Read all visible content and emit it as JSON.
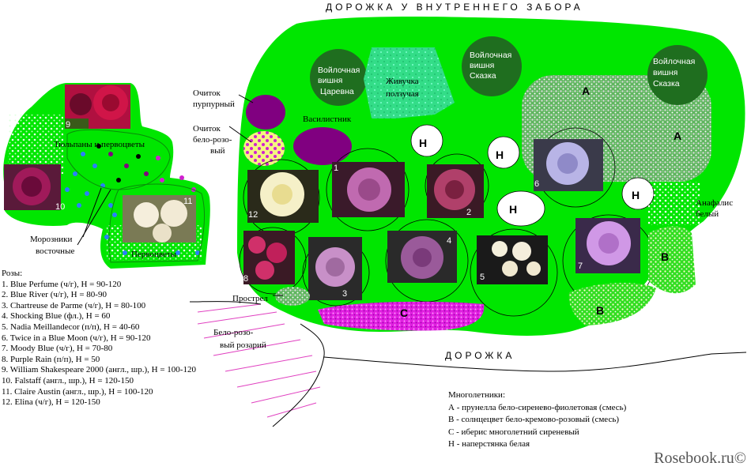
{
  "paths": {
    "top": "ДОРОЖКА   У   ВНУТРЕННЕГО   ЗАБОРА",
    "bottom": "ДОРОЖКА"
  },
  "plants": {
    "cherry_tsarevna": [
      "Войлочная",
      "вишня",
      "Царевна"
    ],
    "cherry_skazka_1": [
      "Войлочная",
      "вишня",
      "Сказка"
    ],
    "cherry_skazka_2": [
      "Войлочная",
      "вишня",
      "Сказка"
    ],
    "ajuga": [
      "Живучка",
      "ползучая"
    ],
    "thalictrum": "Василистник",
    "eupatorium_purple": [
      "Очиток",
      "пурпурный"
    ],
    "eupatorium_white": [
      "Очиток",
      "бело-розо-",
      "вый"
    ],
    "tulips": "Тюльпаны и первоцветы",
    "hellebores": [
      "Морозники",
      "восточные"
    ],
    "primroses": "Первоцветы",
    "pasqueflower": "Прострел",
    "rosary": [
      "Бело-розо-",
      "вый розарий"
    ],
    "anaphalis": [
      "Анафалис",
      "белый"
    ],
    "zone_a": "А",
    "zone_b": "В",
    "zone_c": "С",
    "zone_h": "Н"
  },
  "rose_numbers": [
    "1",
    "2",
    "3",
    "4",
    "5",
    "6",
    "7",
    "8",
    "9",
    "10",
    "11",
    "12"
  ],
  "roses_legend": {
    "title": "Розы:",
    "items": [
      "1. Blue Perfume (ч/г), H = 90-120",
      "2. Blue River (ч/г), H = 80-90",
      "3. Chartreuse de Parme  (ч/г), H = 80-100",
      "4. Shocking Blue (фл.), H = 60",
      "5. Nadia Meillandecor (п/п),  H = 40-60",
      "6. Twice in a Blue Moon (ч/г), H = 90-120",
      "7. Moody Blue (ч/г), H = 70-80",
      "8. Purple Rain (п/п), H = 50",
      "9. William Shakespeare 2000 (англ., шр.), H = 100-120",
      "10. Falstaff (англ., шр.), H = 120-150",
      "11. Claire Austin (англ., шр.), H = 100-120",
      "12. Elina (ч/г), H = 120-150"
    ]
  },
  "perennials_legend": {
    "title": "Многолетники:",
    "items": [
      "А - прунелла бело-сиренево-фиолетовая (смесь)",
      "В - солнцецвет бело-кремово-розовый (смесь)",
      "С - иберис многолетний сиреневый",
      "Н - наперстянка белая"
    ]
  },
  "watermark": "Rosebook.ru©",
  "colors": {
    "lawn": "#00e600",
    "cherry": "#1f6e1f",
    "ajuga": "#33dd88",
    "purple": "#800080",
    "eupatorium_white": "#f5f580",
    "iberis": "#e020e0",
    "rosary_hatch": "#e040c0"
  }
}
